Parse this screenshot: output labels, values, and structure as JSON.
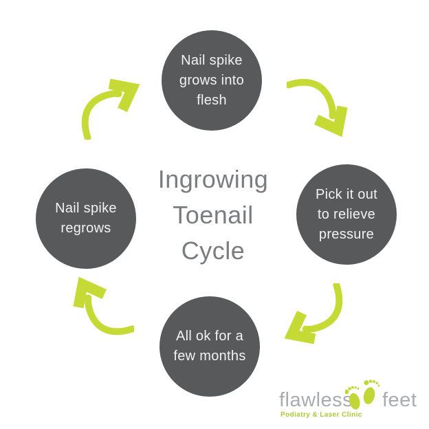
{
  "title": {
    "text": "Ingrowing\nToenail\nCycle"
  },
  "cycle": {
    "direction": "clockwise",
    "steps": [
      {
        "position": "top",
        "label": "Nail spike\ngrows into\nflesh"
      },
      {
        "position": "right",
        "label": "Pick it out\nto relieve\npressure"
      },
      {
        "position": "bottom",
        "label": "All ok for a\nfew months"
      },
      {
        "position": "left",
        "label": "Nail spike\nregrows"
      }
    ]
  },
  "arrows": [
    {
      "name": "curved-arrow-up-right",
      "from": "left step",
      "to": "top step"
    },
    {
      "name": "curved-arrow-down",
      "from": "top step",
      "to": "right step"
    },
    {
      "name": "curved-arrow-left",
      "from": "right step",
      "to": "bottom step"
    },
    {
      "name": "curved-arrow-up",
      "from": "bottom step",
      "to": "left step"
    }
  ],
  "logo": {
    "word_left": "flawless",
    "word_right": "feet",
    "tagline": "Podiatry & Laser Clinic",
    "mark": "two-footprints"
  },
  "colors": {
    "background": "#ffffff",
    "circle_fill": "#58595b",
    "circle_text": "#f2f2f3",
    "title_text": "#7a7c7f",
    "arrow_green": "#c5da34",
    "feet_green": "#c0d737",
    "logo_gray": "#a9abae",
    "logo_green": "#a9cb3a"
  }
}
